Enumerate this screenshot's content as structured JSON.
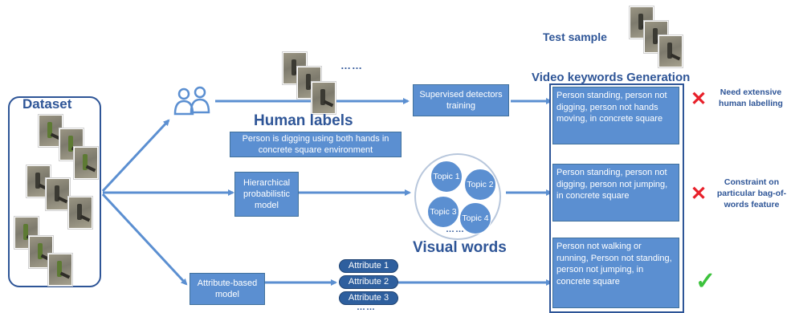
{
  "dataset_label": "Dataset",
  "human_labels_title": "Human labels",
  "human_label_sentence": "Person is digging using both hands in concrete square environment",
  "supervised_box": "Supervised detectors training",
  "hierarchical_box": "Hierarchical probabilistic model",
  "attribute_box": "Attribute-based model",
  "visual_words_title": "Visual words",
  "topics": [
    "Topic 1",
    "Topic 2",
    "Topic 3",
    "Topic 4"
  ],
  "attributes": [
    "Attribute 1",
    "Attribute 2",
    "Attribute 3"
  ],
  "dots": "……",
  "test_sample_label": "Test sample",
  "keywords_title": "Video keywords Generation",
  "keywords": [
    "Person standing, person not digging, person not hands moving, in concrete square",
    "Person standing, person not digging, person not jumping, in concrete square",
    "Person not walking or running, Person not standing, person not jumping, in concrete square"
  ],
  "notes": [
    {
      "text": "Need extensive human labelling",
      "mark": "✕",
      "color": "#e8202a"
    },
    {
      "text": "Constraint on particular bag-of-words feature",
      "mark": "✕",
      "color": "#e8202a"
    },
    {
      "text": "",
      "mark": "✓",
      "color": "#3cc23c"
    }
  ],
  "colors": {
    "arrow": "#5b8fd1",
    "title": "#2e5597",
    "box": "#5b8fd1"
  },
  "icons": [
    "people-icon"
  ]
}
